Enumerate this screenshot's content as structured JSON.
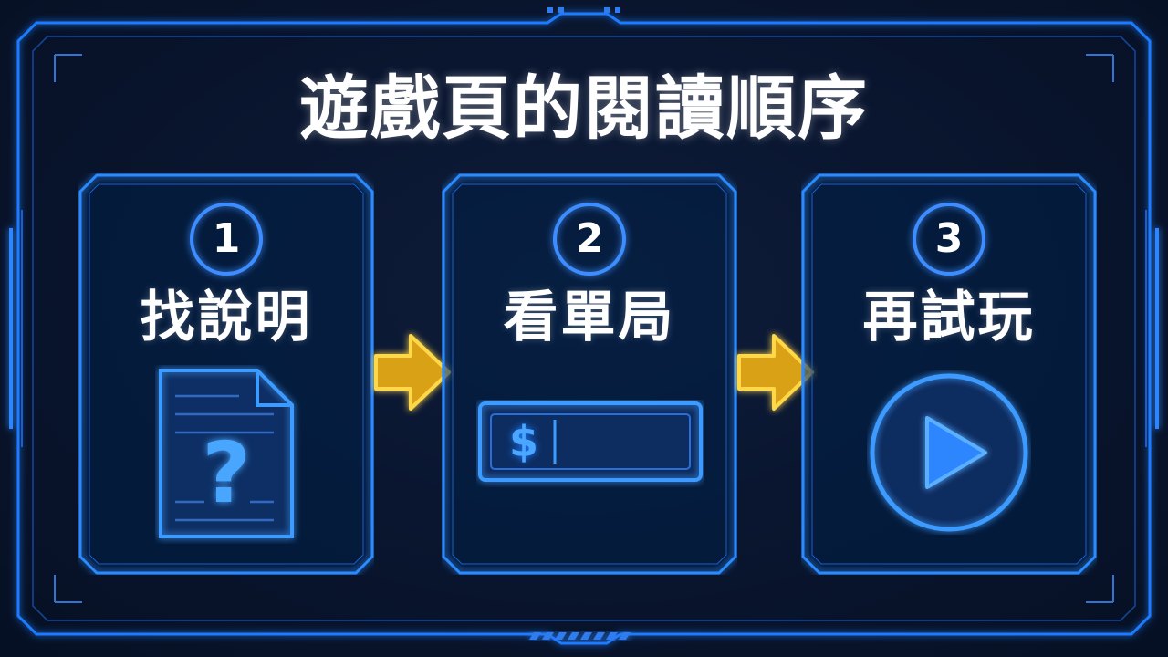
{
  "title": "遊戲頁的閱讀順序",
  "steps": [
    {
      "number": "1",
      "label": "找說明",
      "icon": "document-question-icon"
    },
    {
      "number": "2",
      "label": "看單局",
      "icon": "bet-amount-field-icon",
      "currency_symbol": "$"
    },
    {
      "number": "3",
      "label": "再試玩",
      "icon": "play-button-icon"
    }
  ],
  "colors": {
    "background": "#081530",
    "frame_glow": "#1e7bff",
    "frame_light": "#5ab0ff",
    "arrow": "#ffcc33",
    "text": "#ffffff"
  }
}
